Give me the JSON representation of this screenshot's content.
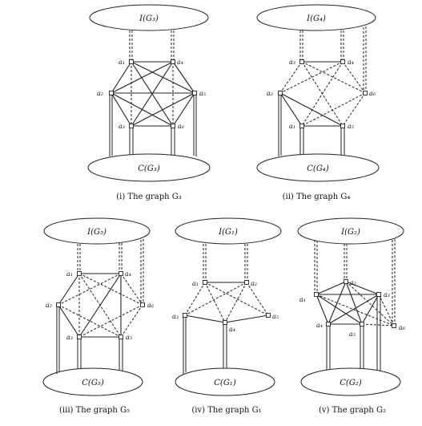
{
  "panels": [
    {
      "id": "g3",
      "caption": "(i)  The graph G₃",
      "top_set": "I(G₃)",
      "bottom_set": "C(G₃)",
      "vertices": [
        "a₁",
        "a₄",
        "a₂",
        "a₅",
        "a₃",
        "a₆"
      ]
    },
    {
      "id": "g4",
      "caption": "(ii)  The graph G₄",
      "top_set": "I(G₄)",
      "bottom_set": "C(G₄)",
      "vertices": [
        "a₃",
        "a₄",
        "a₂",
        "a₆",
        "a₁",
        "a₅"
      ]
    },
    {
      "id": "g5",
      "caption": "(iii)  The graph G₅",
      "top_set": "I(G₅)",
      "bottom_set": "C(G₅)",
      "vertices": [
        "a₁",
        "a₄",
        "a₂",
        "a₆",
        "a₃",
        "a₅"
      ]
    },
    {
      "id": "g1",
      "caption": "(iv)  The graph G₁",
      "top_set": "I(G₁)",
      "bottom_set": "C(G₁)",
      "vertices": [
        "a₁",
        "a₂",
        "a₃",
        "a₄",
        "a₅"
      ]
    },
    {
      "id": "g2",
      "caption": "(v)  The graph G₂",
      "top_set": "I(G₂)",
      "bottom_set": "C(G₂)",
      "vertices": [
        "a₁",
        "a₂",
        "a₃",
        "a₄",
        "a₅",
        "a₆"
      ]
    }
  ]
}
